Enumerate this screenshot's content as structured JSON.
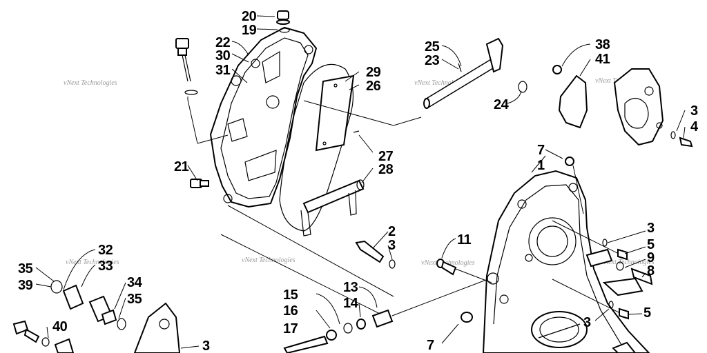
{
  "diagram": {
    "watermark_text": "vNext Technologies",
    "callouts": [
      "20",
      "19",
      "22",
      "30",
      "31",
      "25",
      "23",
      "24",
      "29",
      "26",
      "27",
      "28",
      "21",
      "38",
      "41",
      "3",
      "4",
      "7",
      "1",
      "2",
      "3",
      "11",
      "3",
      "5",
      "9",
      "8",
      "3",
      "5",
      "32",
      "33",
      "35",
      "39",
      "34",
      "35",
      "40",
      "3",
      "15",
      "16",
      "17",
      "13",
      "14",
      "7"
    ]
  }
}
